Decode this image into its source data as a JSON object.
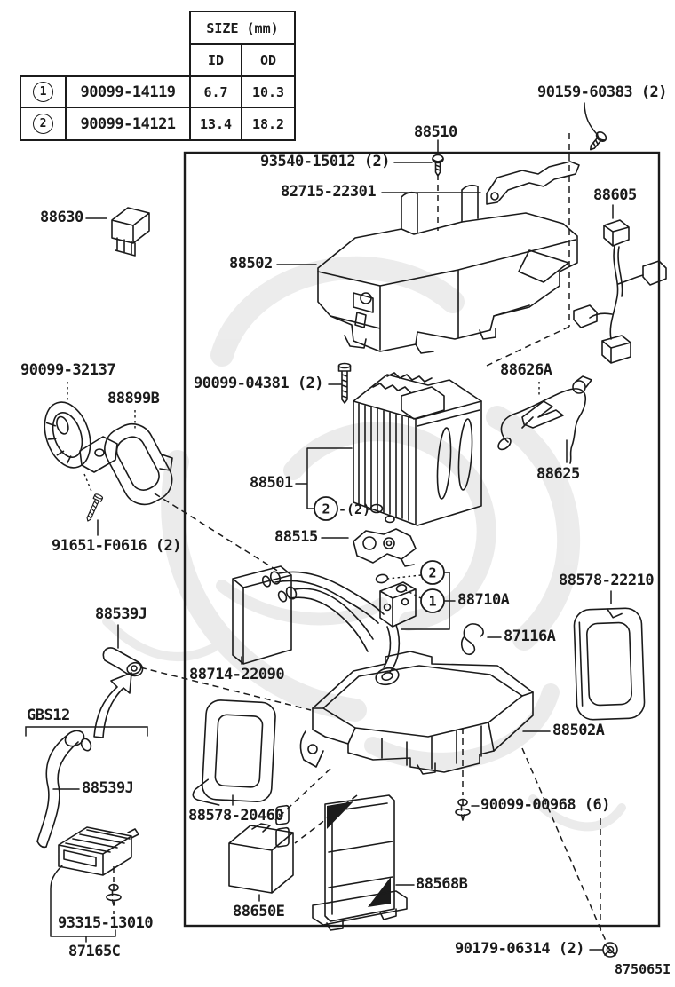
{
  "page": {
    "figure_code": "875065I"
  },
  "size_table": {
    "title": "SIZE (mm)",
    "id_col": "ID",
    "od_col": "OD",
    "rows": [
      {
        "num": "1",
        "part": "90099-14119",
        "id": "6.7",
        "od": "10.3"
      },
      {
        "num": "2",
        "part": "90099-14121",
        "id": "13.4",
        "od": "18.2"
      }
    ]
  },
  "callouts": {
    "one": "1",
    "two": "2",
    "qty_two": "-(2)"
  },
  "labels": {
    "l88510": "88510",
    "l93540_15012": "93540-15012 (2)",
    "l82715_22301": "82715-22301",
    "l90159_60383": "90159-60383 (2)",
    "l88605": "88605",
    "l88630": "88630",
    "l88502": "88502",
    "l90099_32137": "90099-32137",
    "l88899B": "88899B",
    "l90099_04381": "90099-04381 (2)",
    "l88626A": "88626A",
    "l88625": "88625",
    "l88501": "88501",
    "l91651_F0616": "91651-F0616 (2)",
    "l88515": "88515",
    "l88710A": "88710A",
    "l88578_22210": "88578-22210",
    "l87116A": "87116A",
    "l88714_22090": "88714-22090",
    "l88539J_upper": "88539J",
    "lGBS12": "GBS12",
    "l88539J_lower": "88539J",
    "l88502A": "88502A",
    "l88578_20460": "88578-20460",
    "l90099_00968": "90099-00968 (6)",
    "l88568B": "88568B",
    "l88650E": "88650E",
    "l93315_13010": "93315-13010",
    "l87165C": "87165C",
    "l90179_06314": "90179-06314 (2)"
  }
}
